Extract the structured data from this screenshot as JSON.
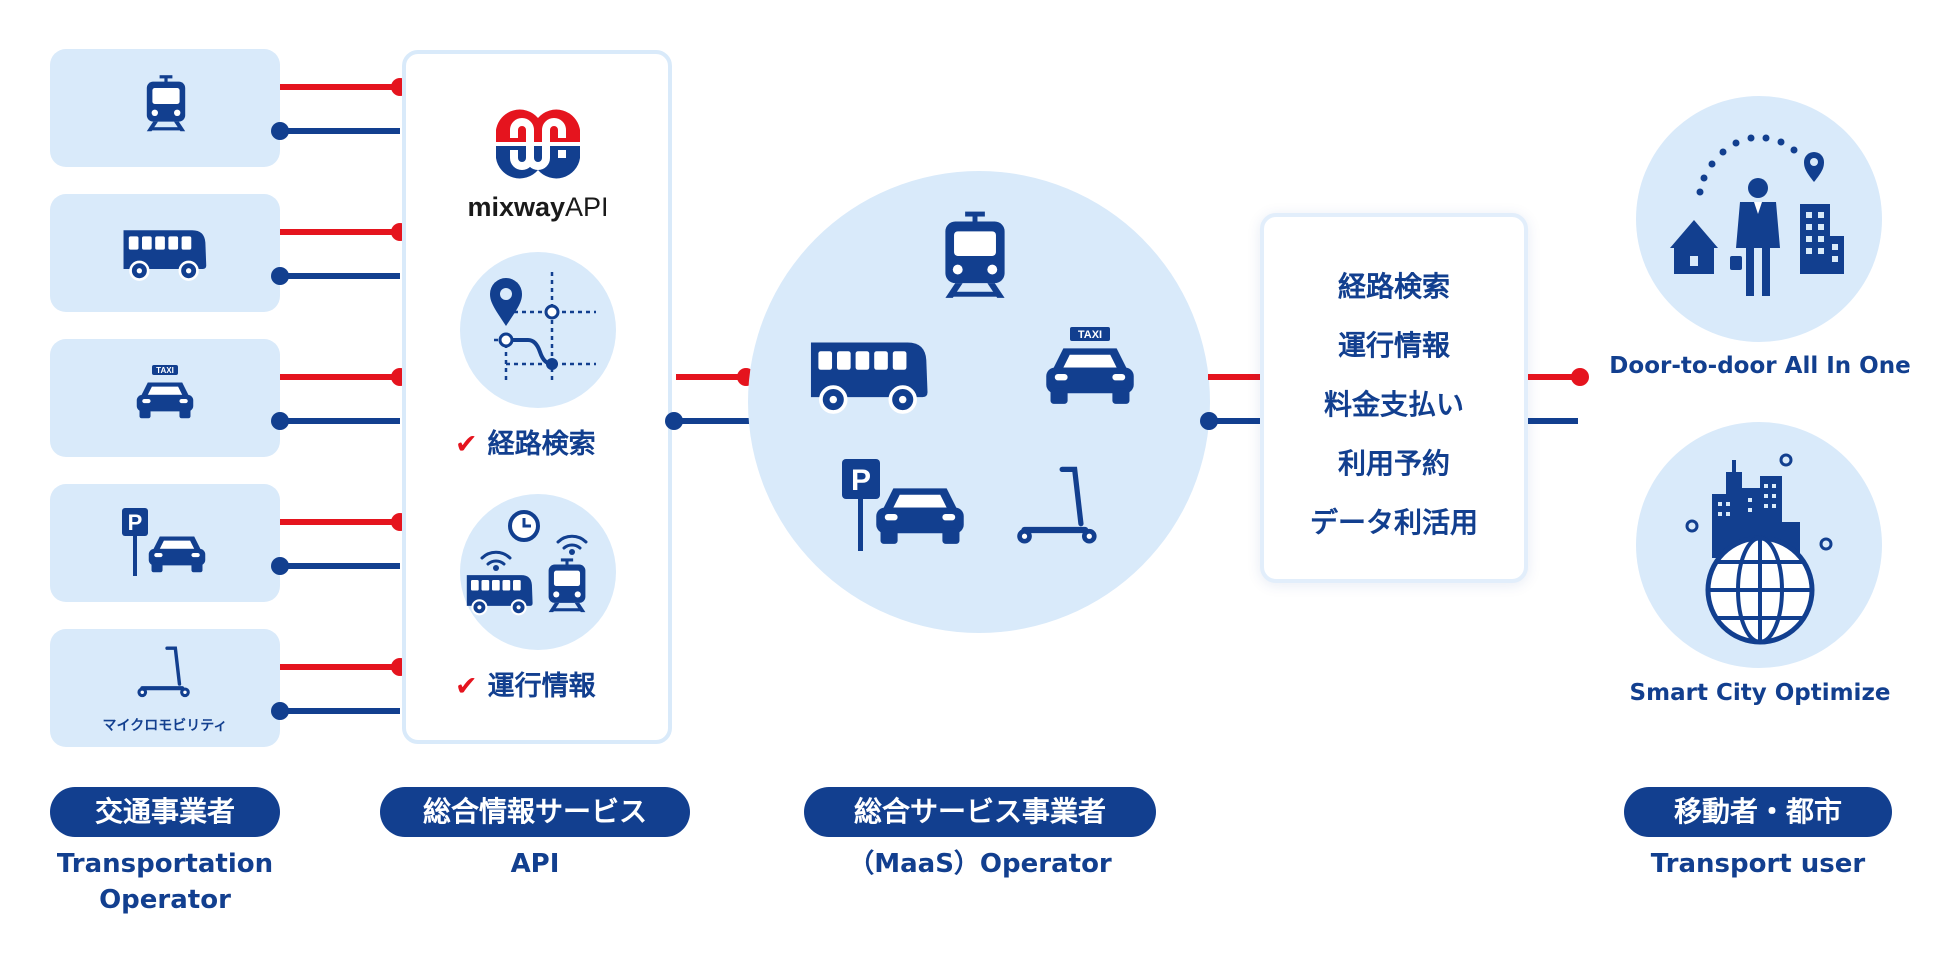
{
  "operators": [
    {
      "icon": "train-icon",
      "label": ""
    },
    {
      "icon": "bus-icon",
      "label": ""
    },
    {
      "icon": "taxi-icon",
      "label": ""
    },
    {
      "icon": "parking-car-icon",
      "label": ""
    },
    {
      "icon": "kick-scooter-icon",
      "label": "マイクロモビリティ"
    }
  ],
  "taxi_sign": "TAXI",
  "parking_sign": "P",
  "api": {
    "logo_word": "mixway",
    "logo_suffix": "API",
    "feature_1": "経路検索",
    "feature_2": "運行情報"
  },
  "services": [
    "経路検索",
    "運行情報",
    "料金支払い",
    "利用予約",
    "データ利活用"
  ],
  "users": {
    "door_to_door": "Door-to-door All In One",
    "smart_city": "Smart City Optimize"
  },
  "categories": {
    "transport_operator": {
      "jp": "交通事業者",
      "en": "Transportation Operator"
    },
    "api": {
      "jp": "総合情報サービス",
      "en": "API"
    },
    "maas": {
      "jp": "総合サービス事業者",
      "en": "（MaaS）Operator"
    },
    "user": {
      "jp": "移動者・都市",
      "en": "Transport user"
    }
  },
  "colors": {
    "navy": "#123f8f",
    "red": "#e5141e",
    "light_blue": "#d9eafa"
  }
}
